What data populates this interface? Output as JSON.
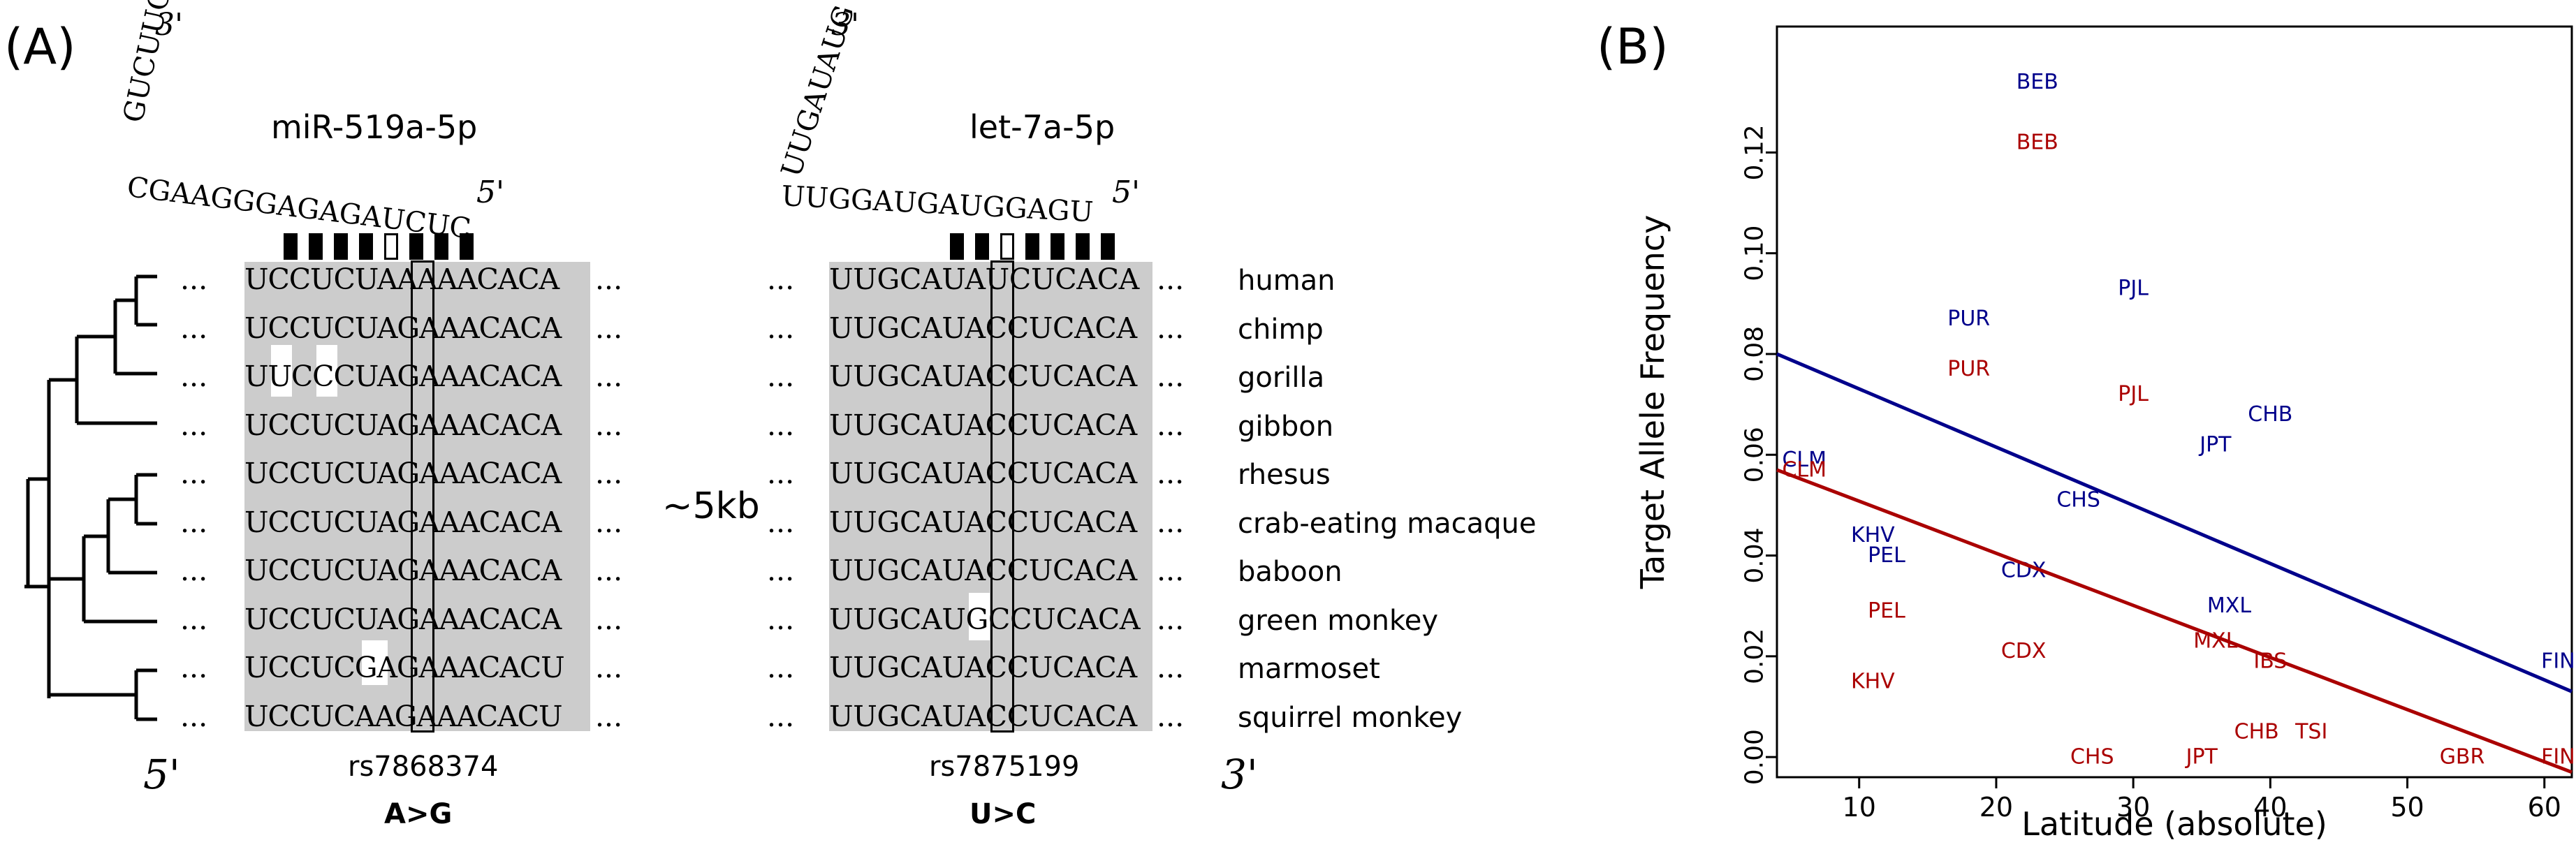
{
  "panel_a": {
    "letter": "(A)",
    "mir519": {
      "name": "miR-519a-5p",
      "three_prime": "3'",
      "five_prime": "5'",
      "hairpin_tail": "GUCUUCG",
      "hairpin_body": "CGAAGGGAGAGAUCUC",
      "pairing": [
        "closed",
        "closed",
        "closed",
        "closed",
        "open",
        "closed",
        "closed",
        "closed"
      ]
    },
    "let7": {
      "name": "let-7a-5p",
      "three_prime": "3'",
      "five_prime": "5'",
      "hairpin_tail": "UUGAUAUG",
      "hairpin_body": "UUGGAUGAUGGAGU",
      "pairing": [
        "closed",
        "closed",
        "open",
        "closed",
        "closed",
        "closed",
        "closed"
      ]
    },
    "dots": "...",
    "gap_label": "~5kb",
    "left_end": "5'",
    "right_end": "3'",
    "snp_left": {
      "id": "rs7868374",
      "allele": "A>G"
    },
    "snp_right": {
      "id": "rs7875199",
      "allele": "U>C"
    },
    "species": [
      "human",
      "chimp",
      "gorilla",
      "gibbon",
      "rhesus",
      "crab-eating macaque",
      "baboon",
      "green monkey",
      "marmoset",
      "squirrel monkey"
    ],
    "seq_left": [
      "UCCUCUAAAAACACA",
      "UCCUCUAGAAACACA",
      "UUCCCUAGAAACACA",
      "UCCUCUAGAAACACA",
      "UCCUCUAGAAACACA",
      "UCCUCUAGAAACACA",
      "UCCUCUAGAAACACA",
      "UCCUCUAGAAACACA",
      "UCCUCGAGAAACACU",
      "UCCUCAAGAAACACU"
    ],
    "seq_right": [
      "UUGCAUAUCUCACA",
      "UUGCAUACCUCACA",
      "UUGCAUACCUCACA",
      "UUGCAUACCUCACA",
      "UUGCAUACCUCACA",
      "UUGCAUACCUCACA",
      "UUGCAUACCUCACA",
      "UUGCAUGCCUCACA",
      "UUGCAUACCUCACA",
      "UUGCAUACCUCACA"
    ]
  },
  "panel_b": {
    "letter": "(B)"
  },
  "chart_data": {
    "type": "scatter",
    "xlabel": "Latitude (absolute)",
    "ylabel": "Target Allele Frequency",
    "xlim": [
      4,
      62
    ],
    "ylim": [
      -0.004,
      0.145
    ],
    "xticks": [
      10,
      20,
      30,
      40,
      50,
      60
    ],
    "yticks": [
      0.0,
      0.02,
      0.04,
      0.06,
      0.08,
      0.1,
      0.12
    ],
    "grid": false,
    "colors": {
      "blue": "#00008b",
      "red": "#aa0000"
    },
    "series": [
      {
        "color": "blue",
        "points": [
          {
            "label": "BEB",
            "x": 23,
            "y": 0.134
          },
          {
            "label": "PJL",
            "x": 30,
            "y": 0.093
          },
          {
            "label": "PUR",
            "x": 18,
            "y": 0.087
          },
          {
            "label": "CHB",
            "x": 40,
            "y": 0.068
          },
          {
            "label": "JPT",
            "x": 36,
            "y": 0.062
          },
          {
            "label": "CLM",
            "x": 6,
            "y": 0.059
          },
          {
            "label": "CHS",
            "x": 26,
            "y": 0.051
          },
          {
            "label": "KHV",
            "x": 11,
            "y": 0.044
          },
          {
            "label": "PEL",
            "x": 12,
            "y": 0.04
          },
          {
            "label": "CDX",
            "x": 22,
            "y": 0.037
          },
          {
            "label": "MXL",
            "x": 37,
            "y": 0.03
          },
          {
            "label": "FIN",
            "x": 61,
            "y": 0.019
          }
        ],
        "trend": [
          [
            4,
            0.08
          ],
          [
            62,
            0.013
          ]
        ]
      },
      {
        "color": "red",
        "points": [
          {
            "label": "BEB",
            "x": 23,
            "y": 0.122
          },
          {
            "label": "PUR",
            "x": 18,
            "y": 0.077
          },
          {
            "label": "PJL",
            "x": 30,
            "y": 0.072
          },
          {
            "label": "CLM",
            "x": 6,
            "y": 0.057
          },
          {
            "label": "PEL",
            "x": 12,
            "y": 0.029
          },
          {
            "label": "MXL",
            "x": 36,
            "y": 0.023
          },
          {
            "label": "CDX",
            "x": 22,
            "y": 0.021
          },
          {
            "label": "IBS",
            "x": 40,
            "y": 0.019
          },
          {
            "label": "KHV",
            "x": 11,
            "y": 0.015
          },
          {
            "label": "TSI",
            "x": 43,
            "y": 0.005
          },
          {
            "label": "CHB",
            "x": 39,
            "y": 0.005
          },
          {
            "label": "CHS",
            "x": 27,
            "y": 0.0
          },
          {
            "label": "JPT",
            "x": 35,
            "y": 0.0
          },
          {
            "label": "GBR",
            "x": 54,
            "y": 0.0
          },
          {
            "label": "FIN",
            "x": 61,
            "y": 0.0
          }
        ],
        "trend": [
          [
            4,
            0.057
          ],
          [
            62,
            -0.003
          ]
        ]
      }
    ]
  }
}
